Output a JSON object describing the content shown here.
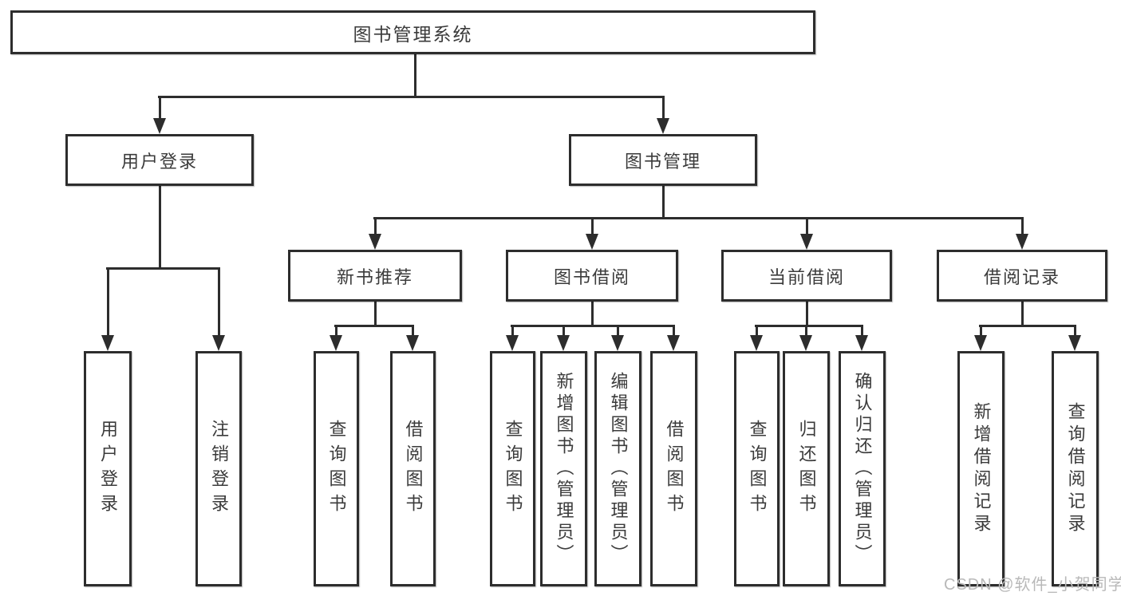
{
  "diagram_title": "图书管理系统",
  "nodes": {
    "root": "图书管理系统",
    "user_login": "用户登录",
    "book_mgmt": "图书管理",
    "new_book_rec": "新书推荐",
    "book_borrow": "图书借阅",
    "current_borrow": "当前借阅",
    "borrow_records": "借阅记录",
    "leaf_user_login": "用户登录",
    "leaf_logout": "注销登录",
    "leaf_query_book_1": "查询图书",
    "leaf_borrow_book_1": "借阅图书",
    "leaf_query_book_2": "查询图书",
    "leaf_add_book": "新增图书（管理员）",
    "leaf_edit_book": "编辑图书（管理员）",
    "leaf_borrow_book_2": "借阅图书",
    "leaf_query_book_3": "查询图书",
    "leaf_return_book": "归还图书",
    "leaf_confirm_return": "确认归还（管理员）",
    "leaf_add_record": "新增借阅记录",
    "leaf_query_record": "查询借阅记录"
  },
  "watermark": "CSDN @软件_小贺同学",
  "colors": {
    "line": "#2d2d2d",
    "text": "#3b3b3b",
    "watermark": "#b9b9b9",
    "background": "#ffffff"
  }
}
